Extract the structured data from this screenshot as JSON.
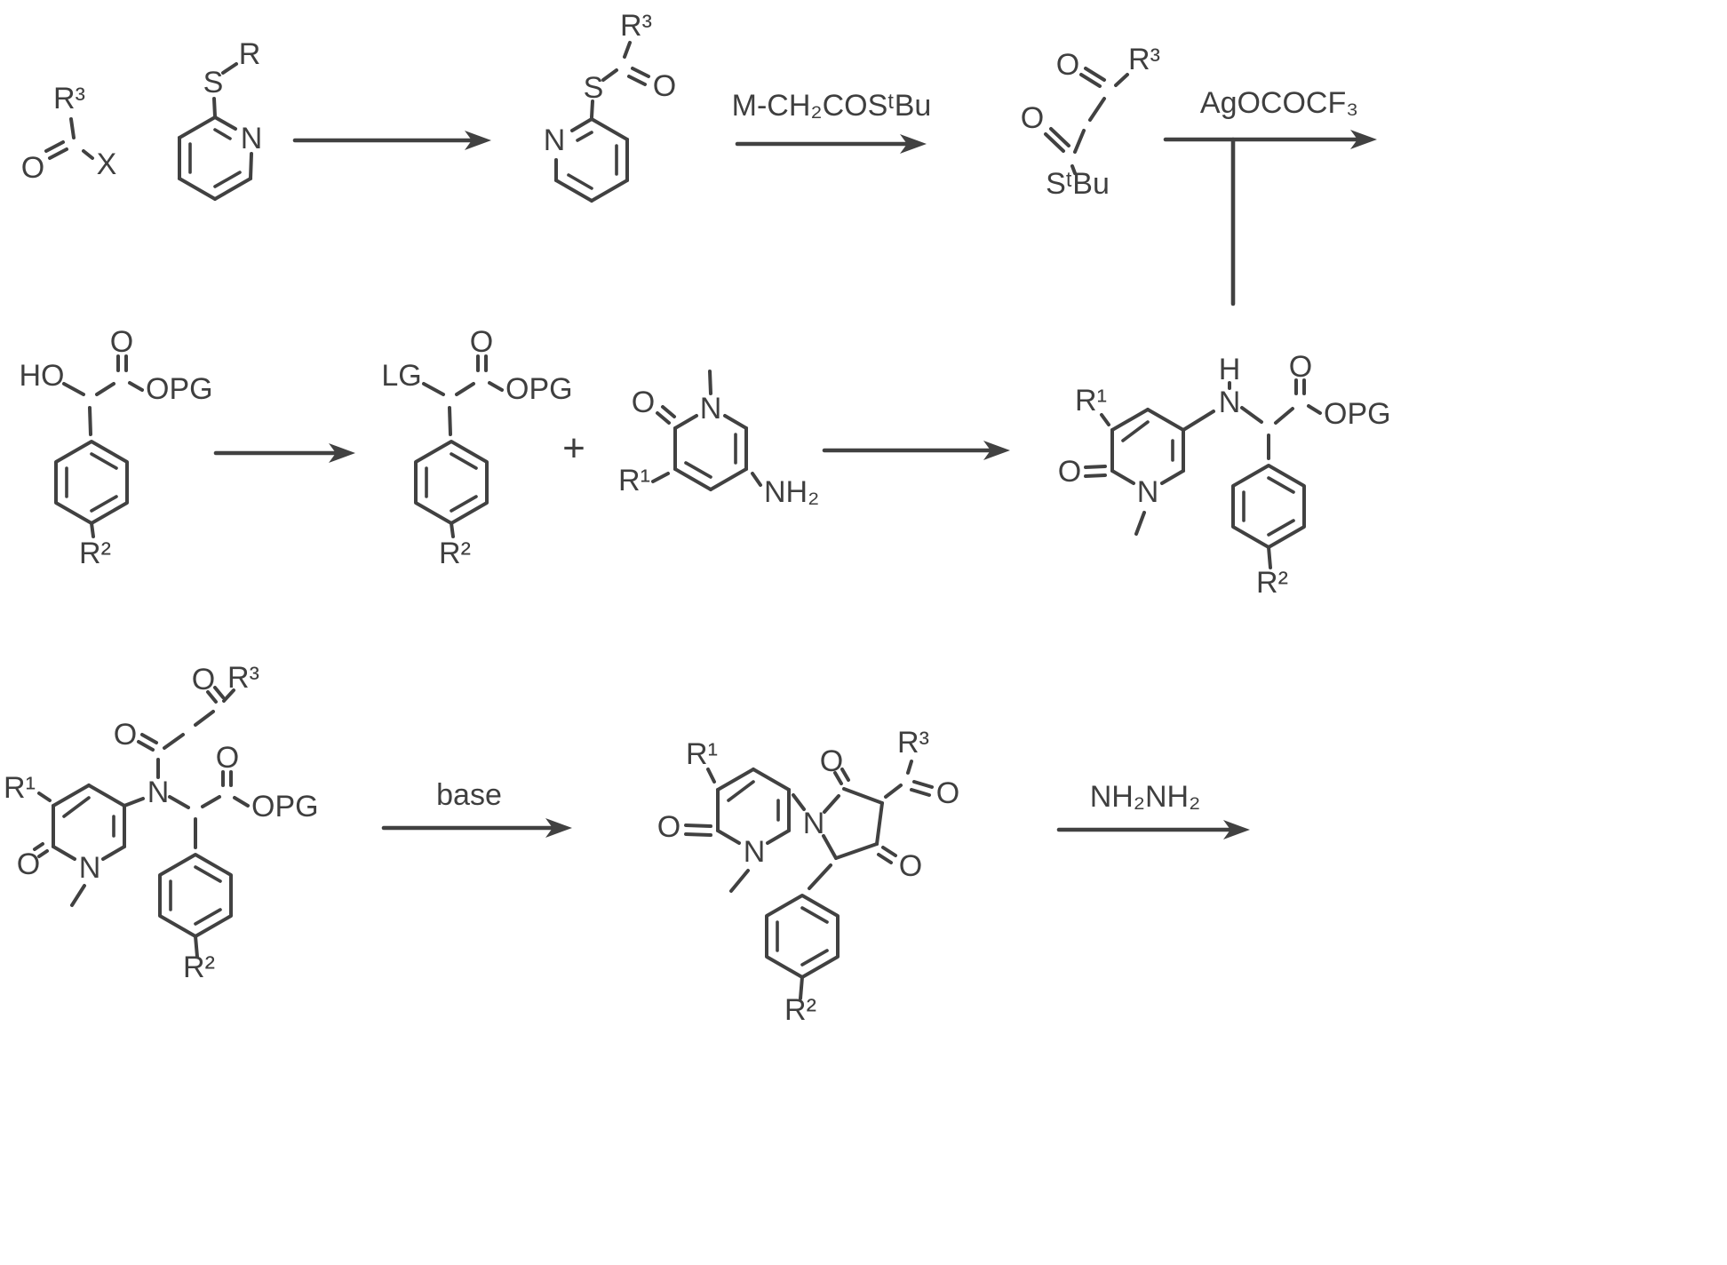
{
  "figure": {
    "background": "#ffffff",
    "ink": "#414141",
    "plus_sign": "+"
  },
  "reagents": {
    "thioesterification": "M-CH₂COSᵗBu",
    "silver_salt": "AgOCOCF₃",
    "cyclization": "base",
    "hydrazine": "NH₂NH₂"
  },
  "molecules": {
    "acyl_halide": {
      "r3": "R³",
      "o": "O",
      "x": "X"
    },
    "thioether_pyridine": {
      "s": "S",
      "r": "R",
      "n": "N"
    },
    "pyridyl_thioester": {
      "r3": "R³",
      "s": "S",
      "o": "O",
      "n": "N"
    },
    "beta_keto_thioester": {
      "o_top": "O",
      "r3": "R³",
      "o_left": "O",
      "stbu": "SᵗBu"
    },
    "mandelate": {
      "ho": "HO",
      "o": "O",
      "opg": "OPG",
      "r2": "R²"
    },
    "lg_ester": {
      "lg": "LG",
      "o": "O",
      "opg": "OPG",
      "r2": "R²"
    },
    "amino_pyridinone": {
      "o": "O",
      "n": "N",
      "r1": "R¹",
      "nh2": "NH₂"
    },
    "anilino_ester": {
      "r1": "R¹",
      "o_ring": "O",
      "n_ring": "N",
      "h": "H",
      "n": "N",
      "o_ester": "O",
      "opg": "OPG",
      "r2": "R²"
    },
    "keto_amide": {
      "o_keto": "O",
      "r3": "R³",
      "o_amide": "O",
      "n_center": "N",
      "r1": "R¹",
      "o_ring": "O",
      "n_ring": "N",
      "o_ester": "O",
      "opg": "OPG",
      "r2": "R²"
    },
    "pyrrolinone": {
      "r1": "R¹",
      "o_ring": "O",
      "n_ring": "N",
      "n5": "N",
      "o_c2": "O",
      "r3": "R³",
      "o_acyl": "O",
      "o_c4": "O",
      "r2": "R²"
    }
  }
}
